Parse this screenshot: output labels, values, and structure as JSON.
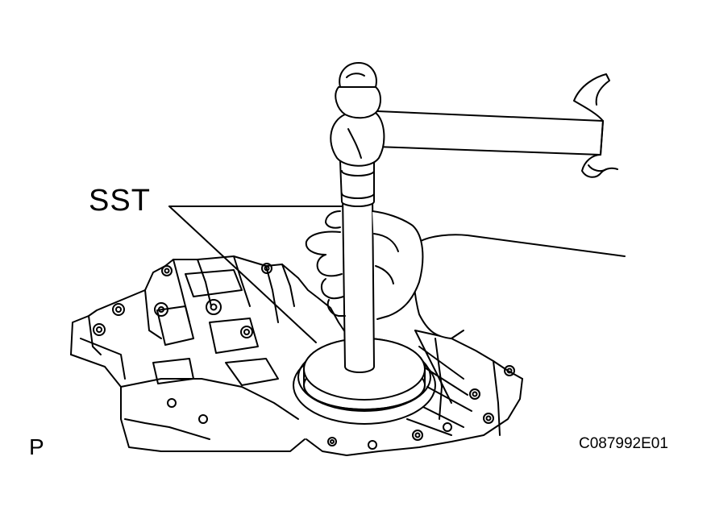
{
  "labels": {
    "tool_label": "SST",
    "view_marker": "P",
    "figure_code": "C087992E01"
  },
  "colors": {
    "line": "#000000",
    "background": "#ffffff"
  }
}
